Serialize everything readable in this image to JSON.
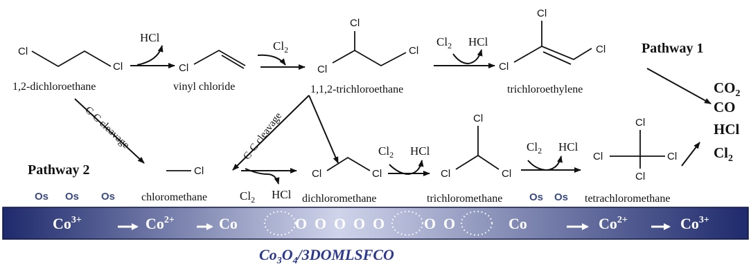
{
  "pathway1": "Pathway 1",
  "pathway2": "Pathway 2",
  "atom_cl": "Cl",
  "molecules": {
    "dichloroethane": "1,2-dichloroethane",
    "vinyl_chloride": "vinyl chloride",
    "trichloroethane": "1,1,2-trichloroethane",
    "trichloroethylene": "trichloroethylene",
    "chloromethane": "chloromethane",
    "dichloromethane": "dichloromethane",
    "trichloromethane": "trichloromethane",
    "tetrachloromethane": "tetrachloromethane"
  },
  "reagents": {
    "hcl": "HCl",
    "cl2": "Cl",
    "cl2_sub": "2"
  },
  "cleavage": "C-C cleavage",
  "os_label": "Os",
  "products": [
    {
      "main": "CO",
      "sub": "2"
    },
    {
      "main": "CO",
      "sub": ""
    },
    {
      "main": "HCl",
      "sub": ""
    },
    {
      "main": "Cl",
      "sub": "2"
    }
  ],
  "band": {
    "co3": "Co",
    "co3_sup": "3+",
    "co2": "Co",
    "co2_sup": "2+",
    "co": "Co",
    "o": "O",
    "colors": {
      "dark": "#1e2a6c",
      "light": "#cfd4ea"
    }
  },
  "catalyst": {
    "p1": "Co",
    "s1": "3",
    "p2": "O",
    "s2": "4",
    "p3": "/3DOMLSFCO",
    "color": "#2d3a8c"
  }
}
